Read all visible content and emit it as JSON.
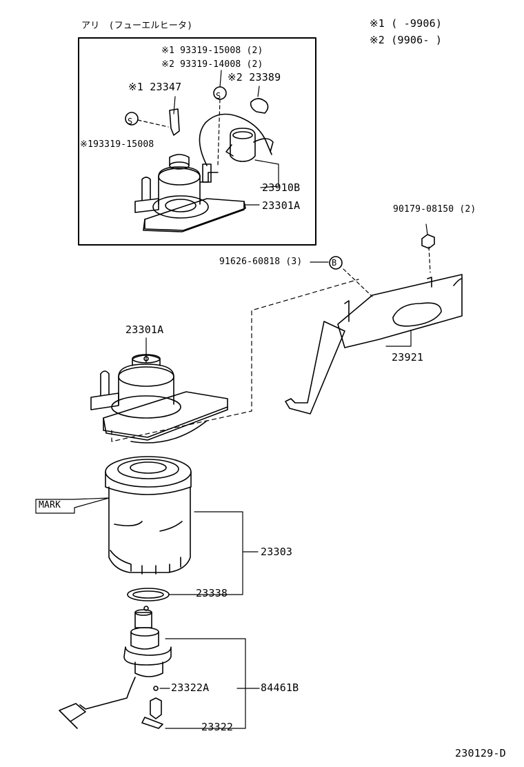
{
  "header": {
    "variant_title": "アリ　(フューエルヒータ)",
    "legend_1": "※1 (       -9906)",
    "legend_2": "※2 (9906-       )"
  },
  "inset": {
    "label_screw_1": "※1 93319-15008 (2)",
    "label_screw_2": "※2 93319-14008 (2)",
    "label_23347": "※1 23347",
    "label_23389": "※2 23389",
    "label_screw_left": "※193319-15008",
    "label_23910b": "23910B",
    "label_23301a": "23301A"
  },
  "parts": {
    "nut": "90179-08150 (2)",
    "bolt": "91626-60818 (3)",
    "bracket": "23921",
    "housing": "23301A",
    "mark": "MARK",
    "filter": "23303",
    "oring": "23338",
    "sensor_oring": "23322A",
    "sensor_assy": "84461B",
    "sensor": "23322"
  },
  "markers": {
    "s": "S",
    "b": "B"
  },
  "footer": {
    "drawing_code": "230129-D"
  }
}
